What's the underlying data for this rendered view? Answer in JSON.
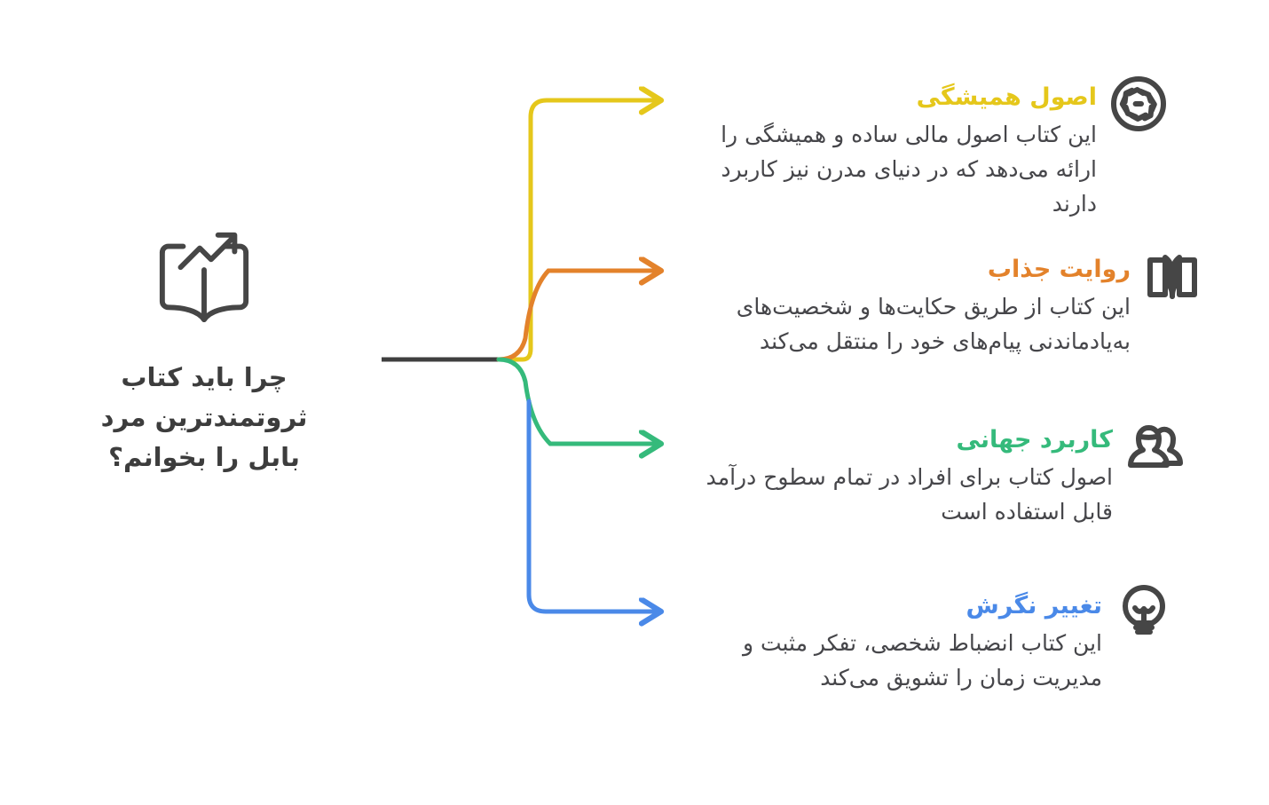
{
  "diagram": {
    "type": "mind-map",
    "direction": "rtl",
    "center": {
      "icon": "open-book-growth-arrow-icon",
      "title": "چرا باید کتاب\nثروتمندترین مرد\nبابل را بخوانم؟"
    },
    "stem_color": "#3f3f3f",
    "branches": [
      {
        "icon": "aperture-circle-icon",
        "heading": "اصول همیشگی",
        "body": "این کتاب اصول مالی ساده و همیشگی را ارائه می‌دهد که در دنیای مدرن نیز کاربرد دارند",
        "color": "#e5c71b"
      },
      {
        "icon": "open-book-icon",
        "heading": "روایت جذاب",
        "body": "این کتاب از طریق حکایت‌ها و شخصیت‌های به‌یادماندنی پیام‌های خود را منتقل می‌کند",
        "color": "#e3822b"
      },
      {
        "icon": "group-people-icon",
        "heading": "کاربرد جهانی",
        "body": "اصول کتاب برای افراد در تمام سطوح درآمد قابل استفاده است",
        "color": "#35ba7b"
      },
      {
        "icon": "lightbulb-icon",
        "heading": "تغییر نگرش",
        "body": "این کتاب انضباط شخصی، تفکر مثبت و مدیریت زمان را تشویق می‌کند",
        "color": "#4a89e8"
      }
    ]
  }
}
